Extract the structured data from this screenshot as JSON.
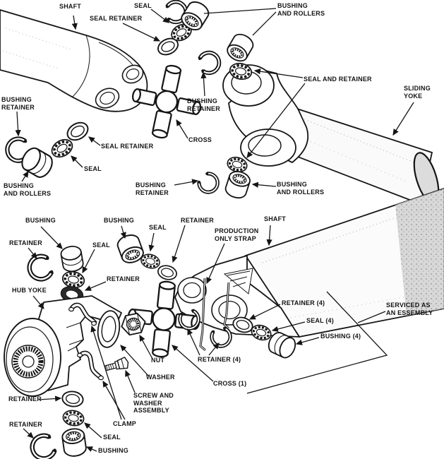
{
  "colors": {
    "background": "#ffffff",
    "ink": "#151515"
  },
  "labels": {
    "shaft_top": "SHAFT",
    "seal_retainer_top": "SEAL RETAINER",
    "seal_top": "SEAL",
    "bushing_rollers_top_right": "BUSHING\nAND ROLLERS",
    "seal_and_retainer": "SEAL AND RETAINER",
    "sliding_yoke": "SLIDING\nYOKE",
    "bushing_retainer_left": "BUSHING\nRETAINER",
    "bushing_retainer_cross": "BUSHING\nRETAINER",
    "cross_top": "CROSS",
    "seal_retainer_mid": "SEAL RETAINER",
    "seal_mid": "SEAL",
    "bushing_rollers_bottom_left": "BUSHING\nAND ROLLERS",
    "bushing_retainer_bottom": "BUSHING\nRETAINER",
    "bushing_rollers_bottom_right": "BUSHING\nAND ROLLERS",
    "bushing_left": "BUSHING",
    "retainer_far_left": "RETAINER",
    "seal_left": "SEAL",
    "retainer_mid_left": "RETAINER",
    "hub_yoke": "HUB YOKE",
    "bushing_mid": "BUSHING",
    "seal_mid2": "SEAL",
    "retainer_mid2": "RETAINER",
    "production_only_strap": "PRODUCTION\nONLY STRAP",
    "shaft_bottom": "SHAFT",
    "retainer_4_right": "RETAINER (4)",
    "serviced_as_assembly": "SERVICED AS\nAN ESSEMBLY",
    "seal_4": "SEAL (4)",
    "bushing_4": "BUSHING (4)",
    "nut": "NUT",
    "retainer_4_mid": "RETAINER (4)",
    "washer": "WASHER",
    "cross_bottom": "CROSS (1)",
    "retainer_bottom_left_1": "RETAINER",
    "screw_washer_assembly": "SCREW AND\nWASHER\nASSEMBLY",
    "retainer_bottom_left_2": "RETAINER",
    "clamp": "CLAMP",
    "seal_bottom": "SEAL",
    "bushing_bottom": "BUSHING"
  }
}
